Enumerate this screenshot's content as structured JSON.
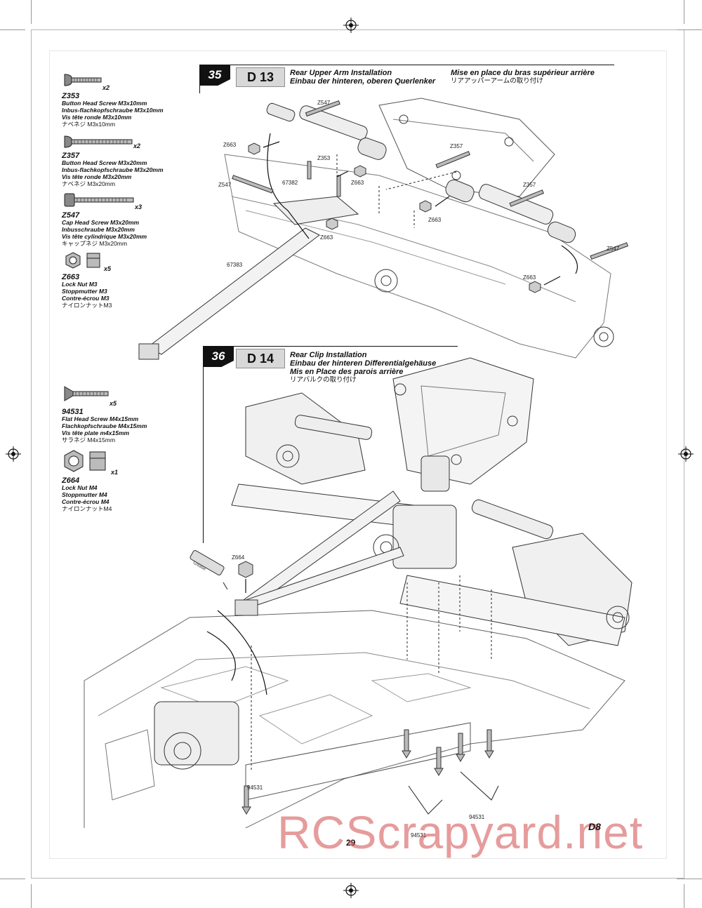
{
  "page": {
    "number": "29",
    "watermark": "RCScrapyard.net",
    "brand": "D8"
  },
  "parts": [
    {
      "code": "Z353",
      "qty": "x2",
      "en": "Button Head Screw M3x10mm",
      "de": "Inbus-flachkopfschraube M3x10mm",
      "fr": "Vis tête ronde M3x10mm",
      "jp": "ナベネジ M3x10mm"
    },
    {
      "code": "Z357",
      "qty": "x2",
      "en": "Button Head Screw M3x20mm",
      "de": "Inbus-flachkopfschraube M3x20mm",
      "fr": "Vis tête ronde M3x20mm",
      "jp": "ナベネジ M3x20mm"
    },
    {
      "code": "Z547",
      "qty": "x3",
      "en": "Cap Head Screw M3x20mm",
      "de": "Inbusschraube M3x20mm",
      "fr": "Vis tête cylindrique M3x20mm",
      "jp": "キャップネジ M3x20mm"
    },
    {
      "code": "Z663",
      "qty": "x5",
      "en": "Lock Nut M3",
      "de": "Stoppmutter M3",
      "fr": "Contre-écrou M3",
      "jp": "ナイロンナットM3"
    },
    {
      "code": "94531",
      "qty": "x5",
      "en": "Flat Head Screw M4x15mm",
      "de": "Flachkopfschraube M4x15mm",
      "fr": "Vis tête plate m4x15mm",
      "jp": "サラネジ M4x15mm"
    },
    {
      "code": "Z664",
      "qty": "x1",
      "en": "Lock Nut M4",
      "de": "Stoppmutter M4",
      "fr": "Contre-écrou M4",
      "jp": "ナイロンナットM4"
    }
  ],
  "steps": [
    {
      "num": "35",
      "code": "D 13",
      "title_en": "Rear Upper Arm Installation",
      "title_de": "Einbau der hinteren, oberen Querlenker",
      "title_fr": "Mise en place du bras supérieur arrière",
      "title_jp": "リアアッパーアームの取り付け"
    },
    {
      "num": "36",
      "code": "D 14",
      "title_en": "Rear Clip Installation",
      "title_de": "Einbau der hinteren Differentialgehäuse",
      "title_fr": "Mis en Place des parois arrière",
      "title_jp": "リアバルクの取り付け"
    }
  ],
  "callouts_step35": [
    "Z547",
    "Z663",
    "Z353",
    "Z663",
    "Z357",
    "Z547",
    "67382",
    "Z357",
    "Z663",
    "Z663",
    "67383",
    "Z547",
    "Z663"
  ],
  "callouts_step36": [
    "Z664",
    "94531",
    "94531",
    "94531"
  ],
  "grease_label": "Grease"
}
